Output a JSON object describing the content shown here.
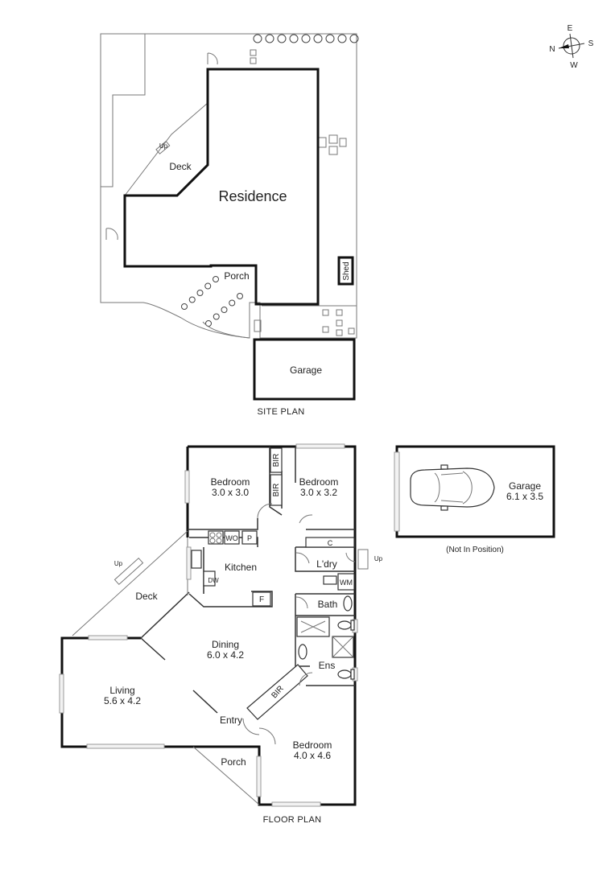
{
  "compass": {
    "e": "E",
    "s": "S",
    "w": "W",
    "n": "N"
  },
  "site": {
    "caption": "SITE PLAN",
    "residence": "Residence",
    "deck": "Deck",
    "porch": "Porch",
    "garage": "Garage",
    "shed": "Shed",
    "up": "Up"
  },
  "floor": {
    "caption": "FLOOR PLAN",
    "bedroom1": {
      "name": "Bedroom",
      "dims": "3.0 x 3.0"
    },
    "bedroom2": {
      "name": "Bedroom",
      "dims": "3.0 x 3.2"
    },
    "bedroom3": {
      "name": "Bedroom",
      "dims": "4.0 x 4.6"
    },
    "bir": "BIR",
    "kitchen": "Kitchen",
    "wo": "WO",
    "pantry": "P",
    "fridge": "F",
    "dw": "DW",
    "cupboard": "C",
    "laundry": "L'dry",
    "wm": "WM",
    "bath": "Bath",
    "ensuite": "Ens",
    "deck": "Deck",
    "dining": {
      "name": "Dining",
      "dims": "6.0 x 4.2"
    },
    "living": {
      "name": "Living",
      "dims": "5.6 x 4.2"
    },
    "entry": "Entry",
    "porch": "Porch",
    "up": "Up",
    "garage": {
      "name": "Garage",
      "dims": "6.1 x 3.5",
      "note": "(Not In Position)"
    }
  }
}
